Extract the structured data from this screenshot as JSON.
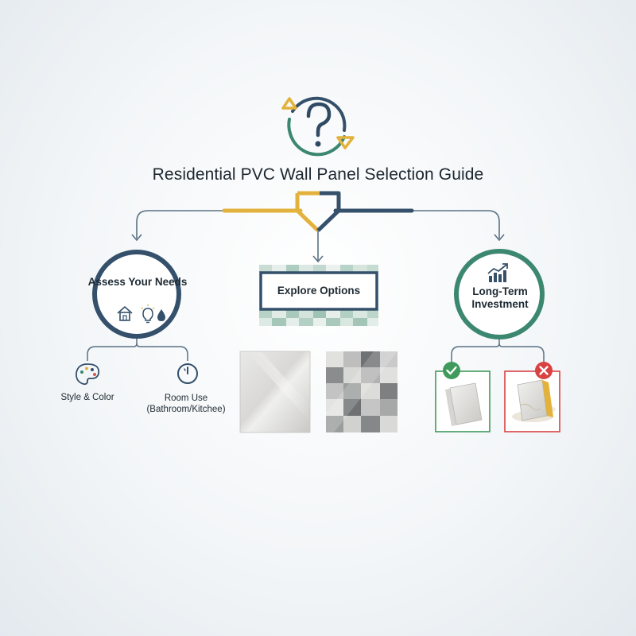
{
  "title": "Residential PVC Wall Panel Selection Guide",
  "nodes": {
    "assess": {
      "label": "Assess Your Needs"
    },
    "explore": {
      "label": "Explore Options"
    },
    "longterm": {
      "label": "Long-Term Investment"
    }
  },
  "subitems": {
    "style": {
      "label": "Style & Color"
    },
    "room": {
      "label": "Room Use (Bathroom/Kitchee)"
    }
  },
  "colors": {
    "navy": "#34506b",
    "teal": "#3b8770",
    "gold": "#e3b23c",
    "green_check": "#3f9a5c",
    "red_x": "#d94242",
    "connector": "#5a7184"
  },
  "icons": [
    "question-icon",
    "home-icon",
    "lightbulb-icon",
    "water-drop-icon",
    "palette-icon",
    "room-dial-icon",
    "growth-chart-icon",
    "check-icon",
    "x-icon"
  ]
}
